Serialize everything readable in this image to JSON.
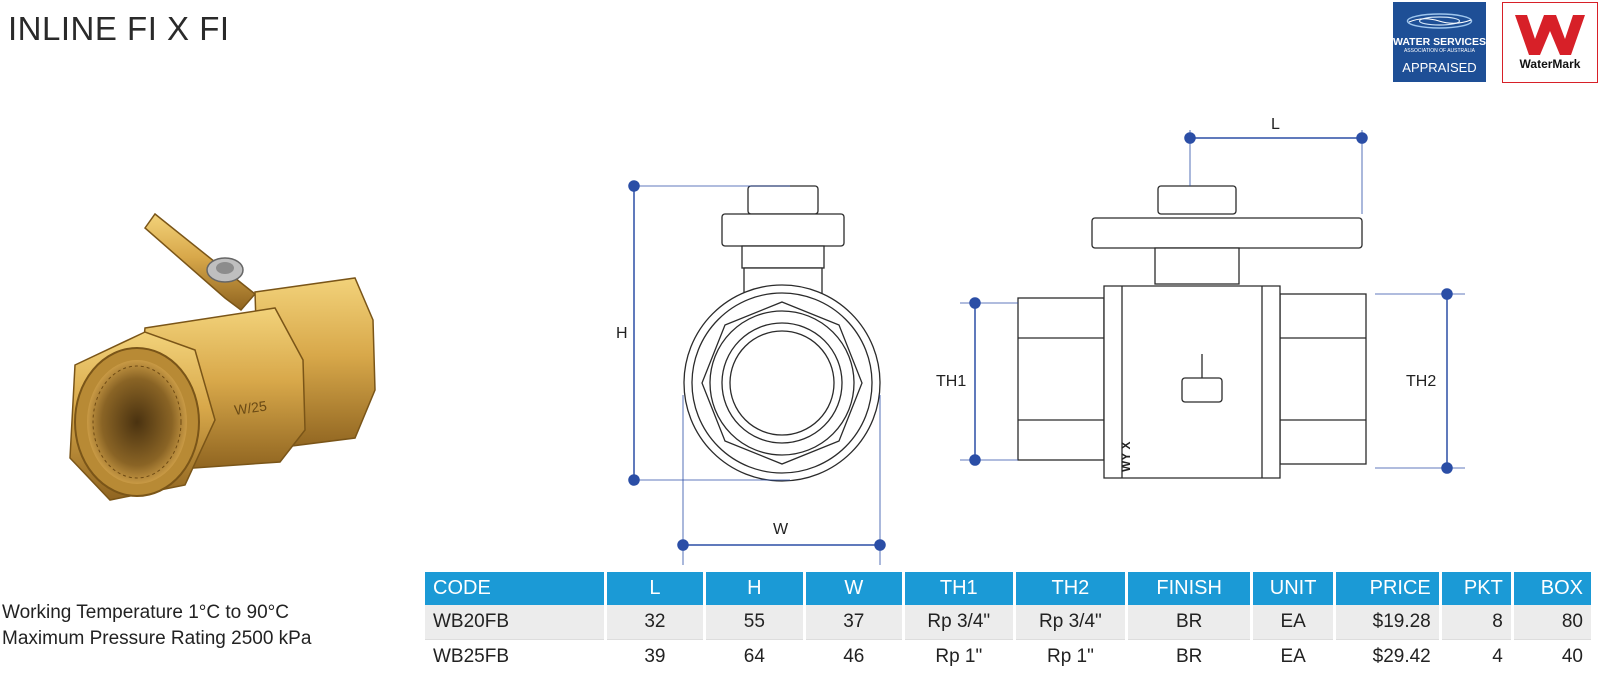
{
  "title": "INLINE FI X FI",
  "badges": {
    "wsaa_line1": "WATER SERVICES",
    "wsaa_line2": "ASSOCIATION OF AUSTRALIA",
    "wsaa_line3": "APPRAISED",
    "watermark_label": "WaterMark"
  },
  "diagram": {
    "dim_h": "H",
    "dim_w": "W",
    "dim_l": "L",
    "dim_th1": "TH1",
    "dim_th2": "TH2",
    "body_marking": "WY X"
  },
  "specs": {
    "line1": "Working Temperature 1°C to 90°C",
    "line2": "Maximum Pressure Rating  2500 kPa"
  },
  "table": {
    "headers": [
      "CODE",
      "L",
      "H",
      "W",
      "TH1",
      "TH2",
      "FINISH",
      "UNIT",
      "PRICE",
      "PKT",
      "BOX"
    ],
    "rows": [
      [
        "WB20FB",
        "32",
        "55",
        "37",
        "Rp 3/4\"",
        "Rp 3/4\"",
        "BR",
        "EA",
        "$19.28",
        "8",
        "80"
      ],
      [
        "WB25FB",
        "39",
        "64",
        "46",
        "Rp 1\"",
        "Rp 1\"",
        "BR",
        "EA",
        "$29.42",
        "4",
        "40"
      ]
    ]
  },
  "colors": {
    "header_blue": "#1b9ad6",
    "dimension_blue": "#2b4ea6",
    "wsaa_blue": "#1e4f96",
    "watermark_red": "#d72028",
    "brass": "#c9992f"
  }
}
